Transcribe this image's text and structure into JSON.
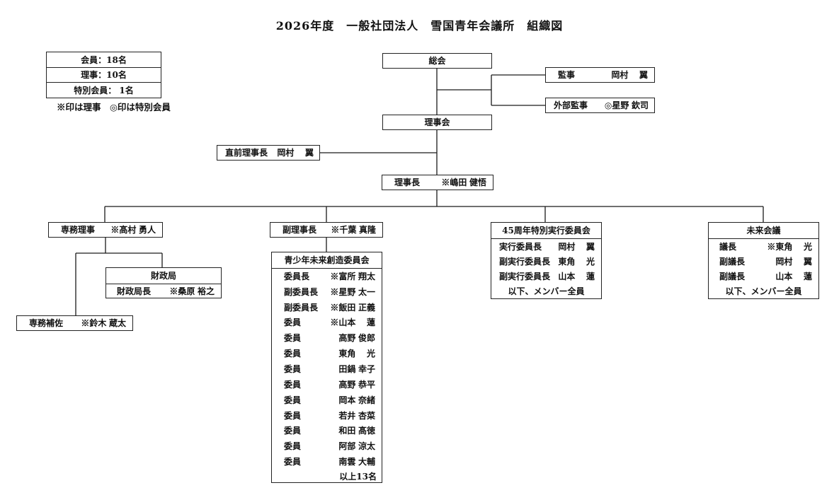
{
  "title": "2026年度　一般社団法人　雪国青年会議所　組織図",
  "legend": {
    "rows": [
      "会員：18名",
      "理事：10名",
      "特別会員： 1名"
    ],
    "note": "※印は理事　◎印は特別会員"
  },
  "nodes": {
    "soukai": {
      "label": "総会"
    },
    "rijikai": {
      "label": "理事会"
    },
    "kanji": {
      "role": "監事",
      "family": "岡村",
      "given": "翼"
    },
    "gaibu_kanji": {
      "role": "外部監事",
      "family": "◎星野",
      "given": "欽司"
    },
    "chokuzen_rijicho": {
      "role": "直前理事長",
      "family": "岡村",
      "given": "翼"
    },
    "rijicho": {
      "role": "理事長",
      "family": "※嶋田",
      "given": "健悟"
    },
    "senmu_riji": {
      "role": "専務理事",
      "family": "※髙村",
      "given": "勇人"
    },
    "senmu_hosa": {
      "role": "専務補佐",
      "family": "※鈴木",
      "given": "蔵太"
    },
    "zaiseikyoku": {
      "title": "財政局",
      "row": {
        "role": "財政局長",
        "family": "※桑原",
        "given": "裕之"
      }
    },
    "fuku_rijicho": {
      "role": "副理事長",
      "family": "※千葉",
      "given": "真隆"
    },
    "committee": {
      "title": "青少年未来創造委員会",
      "rows": [
        {
          "role": "委員長",
          "family": "※富所",
          "given": "翔太"
        },
        {
          "role": "副委員長",
          "family": "※星野",
          "given": "太一"
        },
        {
          "role": "副委員長",
          "family": "※飯田",
          "given": "正義"
        },
        {
          "role": "委員",
          "family": "※山本",
          "given": "蓮"
        },
        {
          "role": "委員",
          "family": "高野",
          "given": "俊郎"
        },
        {
          "role": "委員",
          "family": "東角",
          "given": "光"
        },
        {
          "role": "委員",
          "family": "田鍋",
          "given": "幸子"
        },
        {
          "role": "委員",
          "family": "高野",
          "given": "恭平"
        },
        {
          "role": "委員",
          "family": "岡本",
          "given": "奈緒"
        },
        {
          "role": "委員",
          "family": "若井",
          "given": "杏菜"
        },
        {
          "role": "委員",
          "family": "和田",
          "given": "髙徳"
        },
        {
          "role": "委員",
          "family": "阿部",
          "given": "涼太"
        },
        {
          "role": "委員",
          "family": "南雲",
          "given": "大輔"
        }
      ],
      "footer": "以上13名"
    },
    "tokubetsu_iinkai": {
      "title": "45周年特別実行委員会",
      "rows": [
        {
          "role": "実行委員長",
          "family": "岡村",
          "given": "翼"
        },
        {
          "role": "副実行委員長",
          "family": "東角",
          "given": "光"
        },
        {
          "role": "副実行委員長",
          "family": "山本",
          "given": "蓮"
        }
      ],
      "footer": "以下、メンバー全員"
    },
    "mirai_kaigi": {
      "title": "未来会議",
      "rows": [
        {
          "role": "議長",
          "family": "※東角",
          "given": "光"
        },
        {
          "role": "副議長",
          "family": "岡村",
          "given": "翼"
        },
        {
          "role": "副議長",
          "family": "山本",
          "given": "蓮"
        }
      ],
      "footer": "以下、メンバー全員"
    }
  },
  "colors": {
    "ink": "#1a1a1a",
    "background": "#ffffff"
  }
}
